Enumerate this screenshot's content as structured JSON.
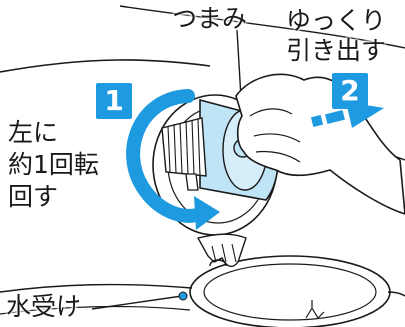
{
  "colors": {
    "accent": "#1e9ae0",
    "accent_light": "#bfe4f6",
    "line": "#1a1a1a"
  },
  "icons": [
    "counterclockwise-arrow-icon",
    "pull-arrow-icon"
  ],
  "labels": {
    "knob": "つまみ",
    "pull_line1": "ゆっくり",
    "pull_line2": "引き出す",
    "rotate_line1": "左に",
    "rotate_line2": "約1回転",
    "rotate_line3": "回す",
    "water_tray": "水受け"
  },
  "steps": [
    {
      "number": "1"
    },
    {
      "number": "2"
    }
  ]
}
